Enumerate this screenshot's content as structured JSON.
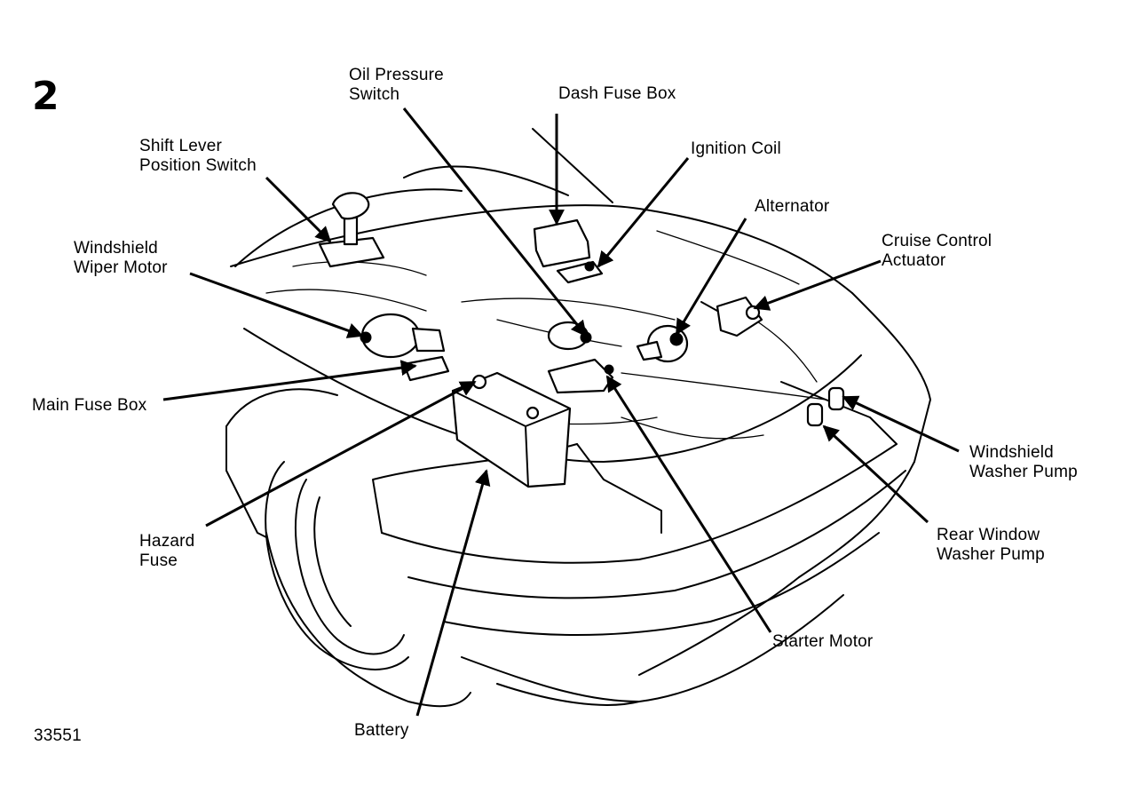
{
  "figure": {
    "number": "2",
    "code": "33551"
  },
  "labels": {
    "oil_pressure_switch": [
      "Oil Pressure",
      "Switch"
    ],
    "dash_fuse_box": [
      "Dash Fuse Box"
    ],
    "ignition_coil": [
      "Ignition Coil"
    ],
    "shift_lever_position_switch": [
      "Shift Lever",
      "Position Switch"
    ],
    "alternator": [
      "Alternator"
    ],
    "cruise_control_actuator": [
      "Cruise Control",
      "Actuator"
    ],
    "windshield_wiper_motor": [
      "Windshield",
      "Wiper Motor"
    ],
    "main_fuse_box": [
      "Main Fuse Box"
    ],
    "windshield_washer_pump": [
      "Windshield",
      "Washer Pump"
    ],
    "rear_window_washer_pump": [
      "Rear Window",
      "Washer Pump"
    ],
    "hazard_fuse": [
      "Hazard",
      "Fuse"
    ],
    "starter_motor": [
      "Starter Motor"
    ],
    "battery": [
      "Battery"
    ]
  }
}
